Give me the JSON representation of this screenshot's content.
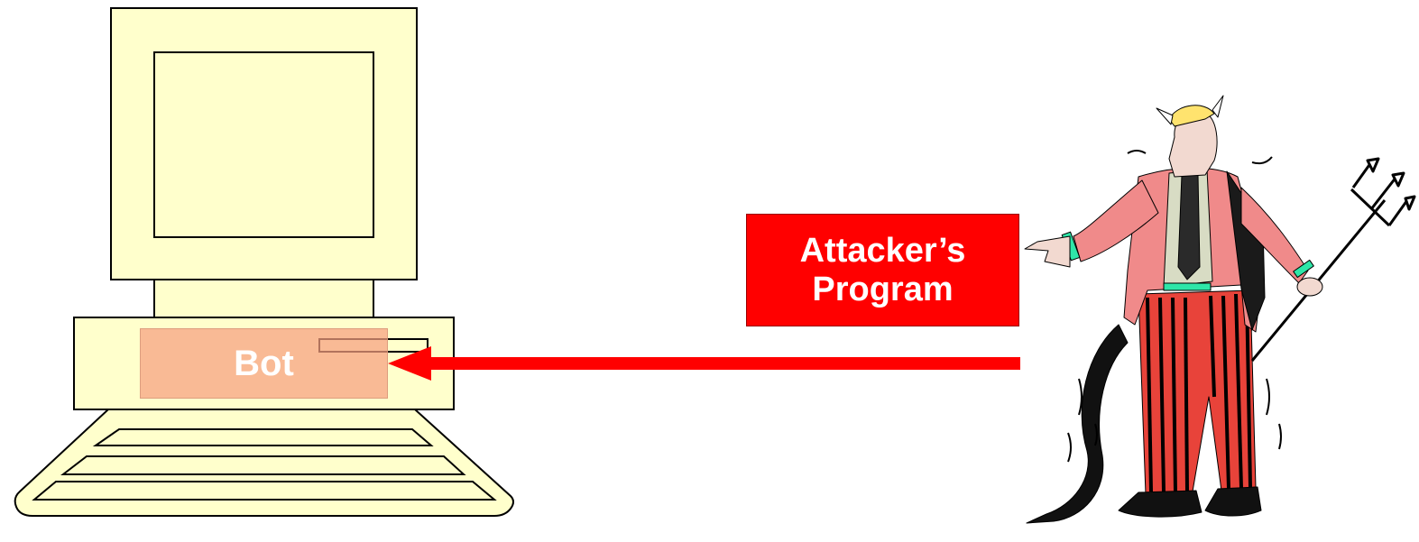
{
  "computer": {
    "bot_label": "Bot",
    "colors": {
      "body": "#ffffcc",
      "outline": "#000000",
      "bot_fill": "#f6a080"
    }
  },
  "attacker_program": {
    "line1": "Attacker’s",
    "line2": "Program",
    "color": "#ff0000"
  },
  "arrow": {
    "color": "#ff0000",
    "direction": "right-to-left"
  },
  "attacker_figure": {
    "icon": "devil-figure-icon",
    "holds": "pitchfork-icon"
  }
}
